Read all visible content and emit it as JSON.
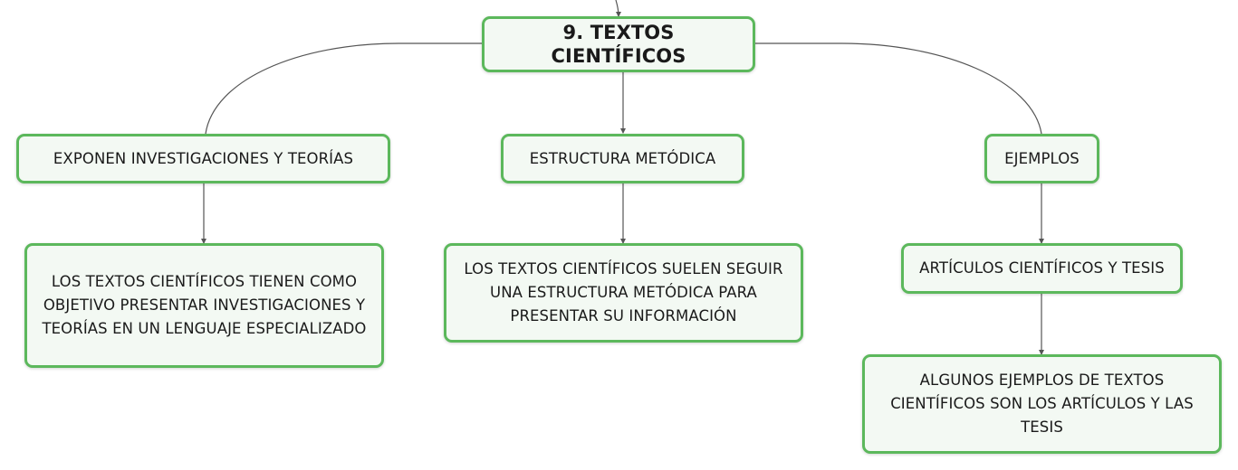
{
  "diagram": {
    "root": {
      "label": "9. TEXTOS CIENTÍFICOS"
    },
    "branches": [
      {
        "label": "EXPONEN INVESTIGACIONES Y TEORÍAS",
        "detail": "LOS TEXTOS CIENTÍFICOS TIENEN COMO OBJETIVO PRESENTAR INVESTIGACIONES Y TEORÍAS EN UN LENGUAJE ESPECIALIZADO"
      },
      {
        "label": "ESTRUCTURA METÓDICA",
        "detail": "LOS TEXTOS CIENTÍFICOS SUELEN SEGUIR UNA ESTRUCTURA METÓDICA PARA PRESENTAR SU INFORMACIÓN"
      },
      {
        "label": "EJEMPLOS",
        "sub": "ARTÍCULOS CIENTÍFICOS Y TESIS",
        "detail": "ALGUNOS EJEMPLOS DE TEXTOS CIENTÍFICOS SON LOS ARTÍCULOS Y LAS TESIS"
      }
    ],
    "colors": {
      "node_border": "#5cb85c",
      "node_fill": "#f3f9f3",
      "connector": "#555555"
    }
  }
}
